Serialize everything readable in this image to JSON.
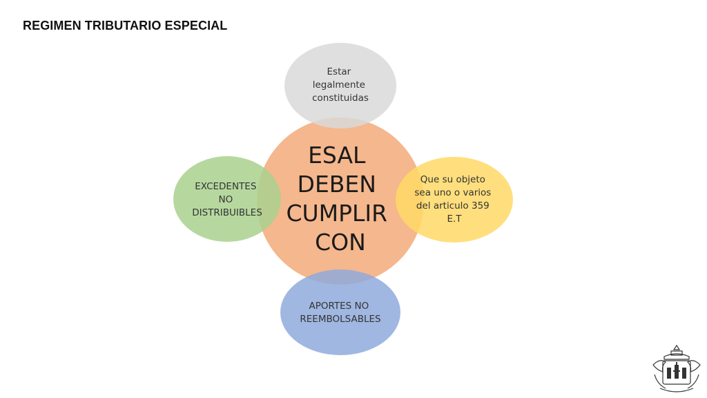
{
  "title": "REGIMEN TRIBUTARIO ESPECIAL",
  "center": {
    "lines": [
      "ESAL",
      "DEBEN",
      "CUMPLIR",
      "CON"
    ],
    "color": "#f4b183"
  },
  "nodes": [
    {
      "position": "top",
      "lines": [
        "Estar",
        "legalmente",
        "constituidas"
      ],
      "color": "#d9d9d9"
    },
    {
      "position": "right",
      "lines": [
        "Que su objeto",
        "sea uno o varios",
        "del articulo 359",
        "E.T"
      ],
      "color": "#ffd966"
    },
    {
      "position": "bottom",
      "lines": [
        "APORTES NO",
        "REEMBOLSABLES"
      ],
      "color": "#8faadc"
    },
    {
      "position": "left",
      "lines": [
        "EXCEDENTES",
        "NO",
        "DISTRIBUIBLES"
      ],
      "color": "#a9d18e"
    }
  ],
  "logo": {
    "icon": "university-crest-icon"
  }
}
